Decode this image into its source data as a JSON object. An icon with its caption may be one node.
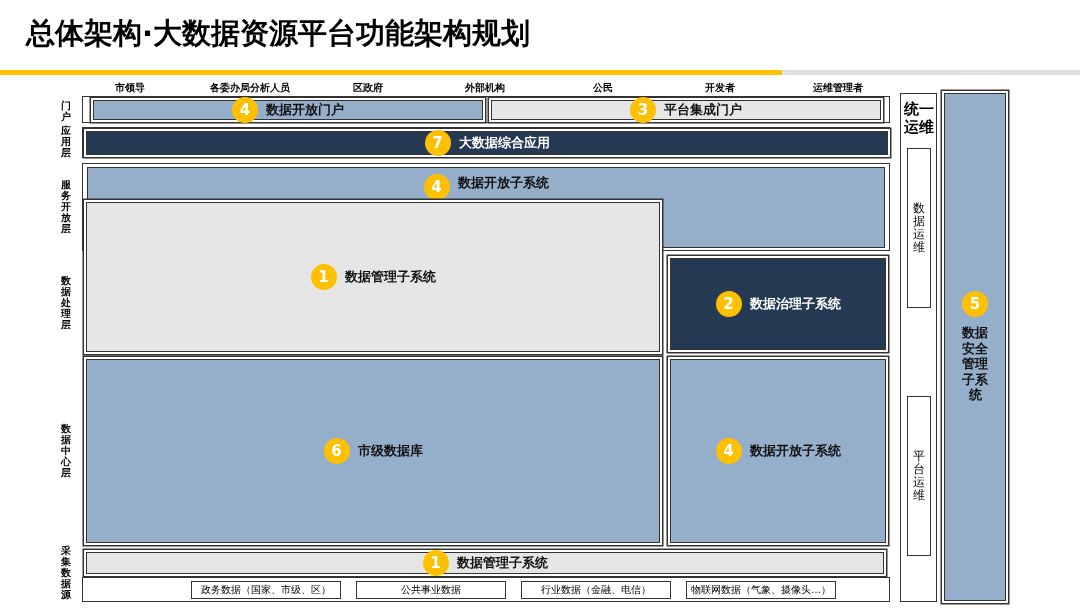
{
  "diagram": {
    "title": "总体架构·大数据资源平台功能架构规划",
    "nodes": [
      {
        "text": [],
        "shape": "box"
      },
      {
        "text": [
          "4",
          "数据开放门户"
        ],
        "in": 0
      },
      {
        "text": [
          "3",
          "平台集成门户"
        ],
        "in": 0
      },
      {
        "text": [],
        "shape": "box"
      },
      {
        "text": [
          "7",
          "大数据综合应用"
        ],
        "in": 3
      },
      {
        "text": [],
        "shape": "box"
      },
      {
        "text": [
          "4",
          "数据开放子系统"
        ],
        "in": 5
      },
      {
        "text": [
          "1",
          "数据管理子系统"
        ]
      },
      {
        "text": [
          "2",
          "数据治理子系统"
        ]
      },
      {
        "text": [
          "6",
          "市级数据库"
        ]
      },
      {
        "text": [
          "4",
          "数据开放子系统"
        ]
      },
      {
        "text": [
          "1",
          "数据管理子系统"
        ]
      },
      {
        "text": [],
        "shape": "box"
      },
      {
        "text": [
          "政务数据（国家、市级、区）"
        ],
        "in": 12
      },
      {
        "text": [
          "公共事业数据"
        ],
        "in": 12
      },
      {
        "text": [
          "行业数据（金融、电信）"
        ],
        "in": 12
      },
      {
        "text": [
          "物联网数据（气象、摄像头…）"
        ],
        "in": 12
      },
      {
        "text": [
          "统一运维"
        ]
      },
      {
        "text": [
          "数据运维"
        ],
        "in": 17
      },
      {
        "text": [
          "平台运维"
        ],
        "in": 17
      },
      {
        "text": [
          "5",
          "数据安全管理子系统"
        ]
      }
    ],
    "labels": [
      "市领导",
      "各委办局分析人员",
      "区政府",
      "外部机构",
      "公民",
      "开发者",
      "运维管理者",
      "门户",
      "应用层",
      "服务开放层",
      "数据处理层",
      "数据中心层",
      "采集数据源"
    ]
  }
}
